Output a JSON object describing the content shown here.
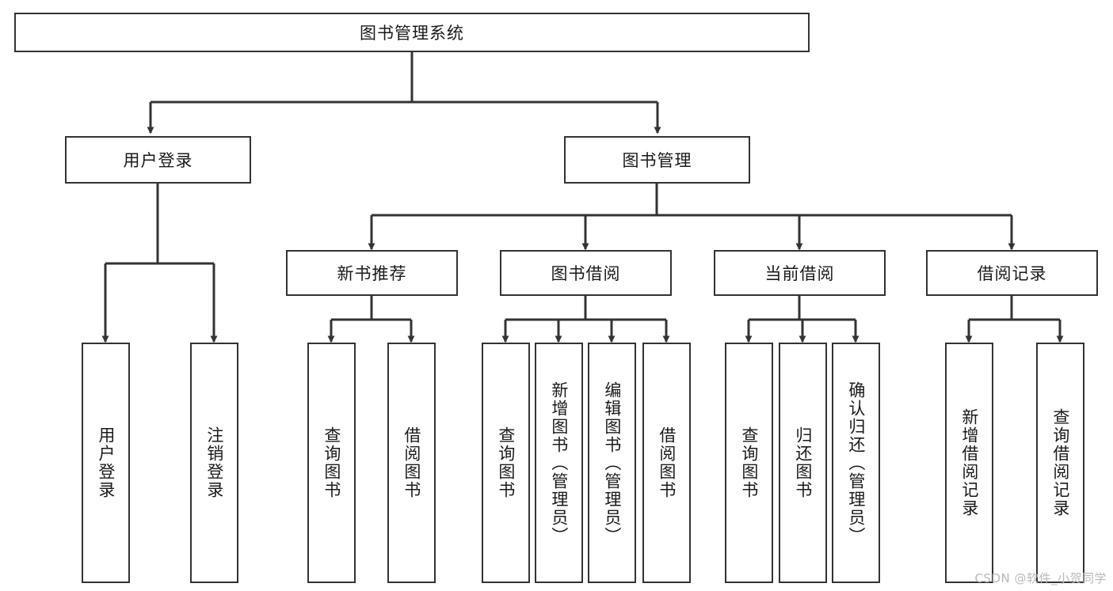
{
  "diagram": {
    "title_node": {
      "label": "图书管理系统"
    },
    "level1": [
      {
        "id": "user-login",
        "label": "用户登录"
      },
      {
        "id": "book-manage",
        "label": "图书管理"
      }
    ],
    "level2": [
      {
        "id": "new-book-recommend",
        "label": "新书推荐"
      },
      {
        "id": "book-borrow",
        "label": "图书借阅"
      },
      {
        "id": "current-borrow",
        "label": "当前借阅"
      },
      {
        "id": "borrow-record",
        "label": "借阅记录"
      }
    ],
    "leaves": {
      "user-login": [
        {
          "id": "user-login-leaf",
          "label": "用户登录"
        },
        {
          "id": "logout-leaf",
          "label": "注销登录"
        }
      ],
      "new-book-recommend": [
        {
          "id": "query-book-1",
          "label": "查询图书"
        },
        {
          "id": "borrow-book-1",
          "label": "借阅图书"
        }
      ],
      "book-borrow": [
        {
          "id": "query-book-2",
          "label": "查询图书"
        },
        {
          "id": "add-book",
          "label": "新增图书（管理员）"
        },
        {
          "id": "edit-book",
          "label": "编辑图书（管理员）"
        },
        {
          "id": "borrow-book-2",
          "label": "借阅图书"
        }
      ],
      "current-borrow": [
        {
          "id": "query-book-3",
          "label": "查询图书"
        },
        {
          "id": "return-book",
          "label": "归还图书"
        },
        {
          "id": "confirm-return",
          "label": "确认归还（管理员）"
        }
      ],
      "borrow-record": [
        {
          "id": "add-borrow-record",
          "label": "新增借阅记录"
        },
        {
          "id": "query-borrow-record",
          "label": "查询借阅记录"
        }
      ]
    },
    "colors": {
      "stroke": "#333333",
      "box_fill": "#ffffff",
      "text": "#1a1a1a",
      "watermark": "#b9b9b9"
    }
  },
  "watermark": {
    "text": "CSDN @软件_小贺同学"
  }
}
